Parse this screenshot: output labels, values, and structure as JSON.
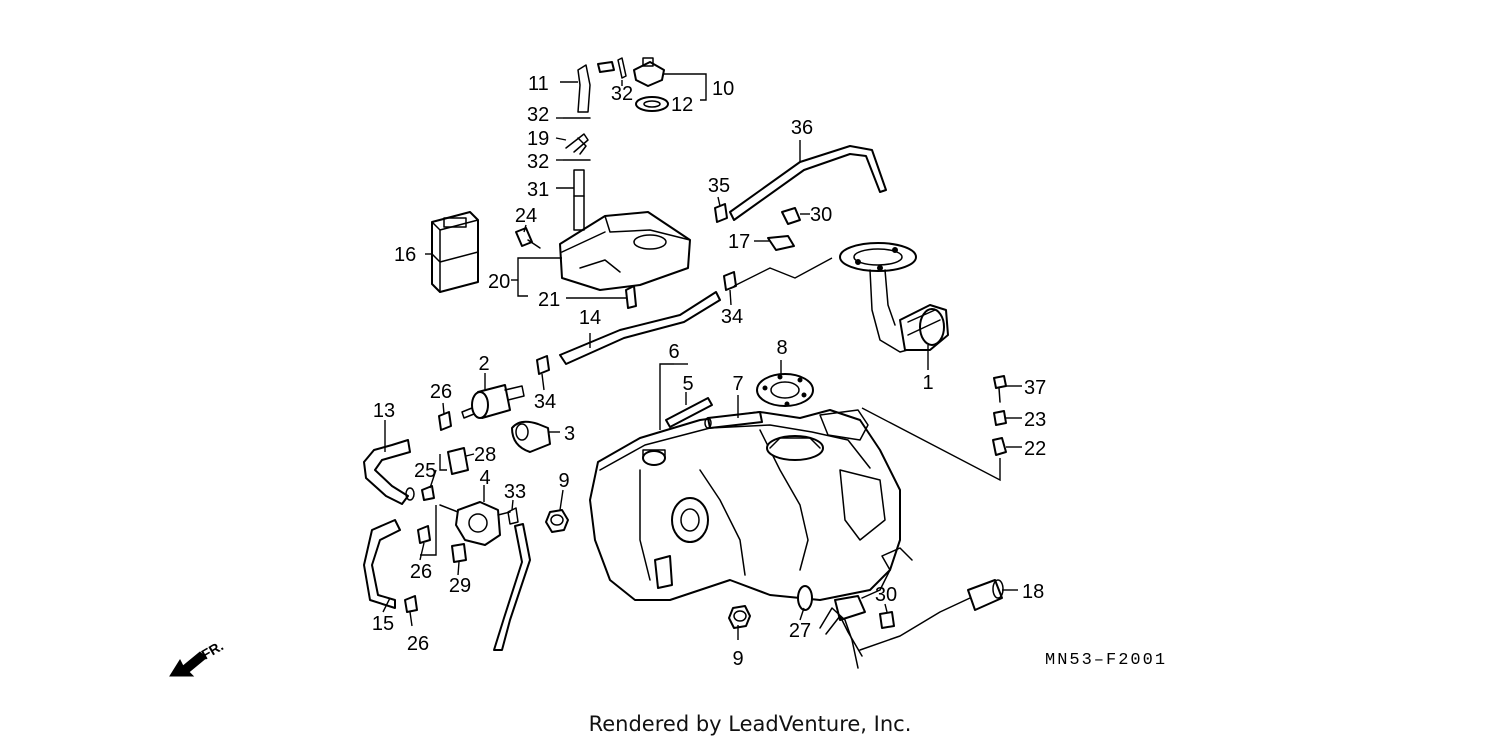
{
  "diagram": {
    "code": "MN53–F2001",
    "direction_label": "FR.",
    "callouts": [
      "1",
      "2",
      "3",
      "4",
      "5",
      "6",
      "7",
      "8",
      "9",
      "9",
      "10",
      "11",
      "12",
      "13",
      "14",
      "15",
      "16",
      "17",
      "18",
      "19",
      "20",
      "21",
      "22",
      "23",
      "24",
      "25",
      "26",
      "26",
      "26",
      "26",
      "27",
      "28",
      "29",
      "30",
      "30",
      "31",
      "32",
      "32",
      "32",
      "33",
      "34",
      "34",
      "35",
      "36",
      "37"
    ]
  },
  "footer": {
    "text": "Rendered by LeadVenture, Inc."
  }
}
